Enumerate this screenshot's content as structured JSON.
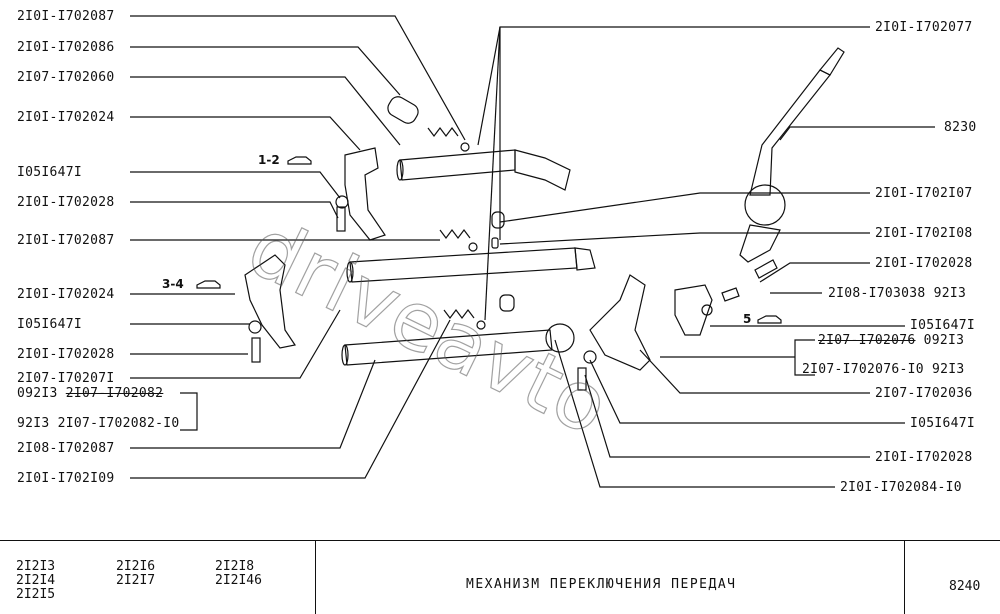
{
  "left_labels": [
    "2I0I-I702087",
    "2I0I-I702086",
    "2I07-I702060",
    "2I0I-I702024",
    "I05I647I",
    "2I0I-I702028",
    "2I0I-I702087",
    "2I0I-I702024",
    "I05I647I",
    "2I0I-I702028",
    "2I07-I70207I",
    "2I08-I702087",
    "2I0I-I702I09"
  ],
  "left_bracket": {
    "line1_prefix": "092I3",
    "line1_struck": "2I07-I702082",
    "line2": "92I3 2I07-I702082-I0"
  },
  "right_labels": [
    "2I0I-I702077",
    "8230",
    "2I0I-I702I07",
    "2I0I-I702I08",
    "2I0I-I702028",
    "2I08-I703038 92I3",
    "I05I647I",
    "2I07-I702036",
    "I05I647I",
    "2I0I-I702028",
    "2I0I-I702084-I0"
  ],
  "right_bracket": {
    "line1_struck": "2I07-I702076",
    "line1_suffix": "092I3",
    "line2": "2I07-I702076-I0 92I3"
  },
  "group_labels": [
    "1-2",
    "3-4",
    "5"
  ],
  "watermark": "driveavto",
  "footer": {
    "models": [
      [
        "2I2I3",
        "2I2I4",
        "2I2I5"
      ],
      [
        "2I2I6",
        "2I2I7"
      ],
      [
        "2I2I8",
        "2I2I46"
      ]
    ],
    "title": "МЕХАНИЗМ ПЕРЕКЛЮЧЕНИЯ ПЕРЕДАЧ",
    "code": "8240"
  }
}
